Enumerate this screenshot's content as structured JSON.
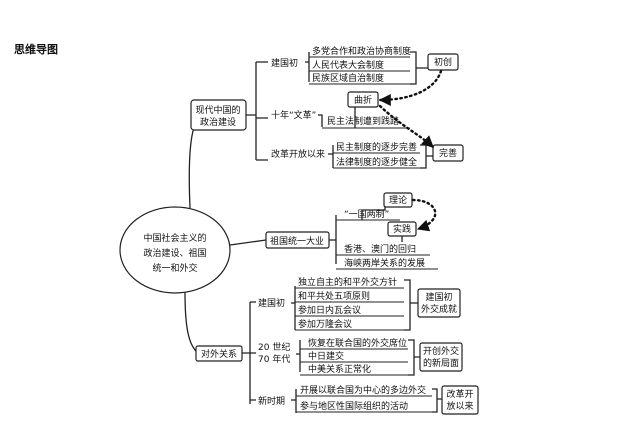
{
  "title": "思维导图",
  "center": {
    "line1": "中国社会主义的",
    "line2": "政治建设、祖国",
    "line3": "统一和外交"
  },
  "branch_politics": {
    "label_line1": "现代中国的",
    "label_line2": "政治建设",
    "sub_early": {
      "label": "建国初",
      "items": [
        "多党合作和政治协商制度",
        "人民代表大会制度",
        "民族区域自治制度"
      ],
      "tag": "初创"
    },
    "sub_culture_revolution": {
      "label": "十年“文革”",
      "items": [
        "民主法制遭到践踏"
      ],
      "tag": "曲折"
    },
    "sub_reform": {
      "label": "改革开放以来",
      "items": [
        "民主制度的逐步完善",
        "法律制度的逐步健全"
      ],
      "tag": "完善"
    }
  },
  "branch_unification": {
    "label": "祖国统一大业",
    "theory_tag": "理论",
    "theory_item": "“一国两制”",
    "practice_tag": "实践",
    "items": [
      "香港、澳门的回归",
      "海峡两岸关系的发展"
    ]
  },
  "branch_diplomacy": {
    "label": "对外关系",
    "sub_early": {
      "label": "建国初",
      "items": [
        "独立自主的和平外交方针",
        "和平共处五项原则",
        "参加日内瓦会议",
        "参加万隆会议"
      ],
      "tag_line1": "建国初",
      "tag_line2": "外交成就"
    },
    "sub_70s": {
      "label_line1": "20 世纪",
      "label_line2": "70 年代",
      "items": [
        "恢复在联合国的外交席位",
        "中日建交",
        "中美关系正常化"
      ],
      "tag_line1": "开创外交",
      "tag_line2": "的新局面"
    },
    "sub_new_era": {
      "label": "新时期",
      "items": [
        "开展以联合国为中心的多边外交",
        "参与地区性国际组织的活动"
      ],
      "tag_line1": "改革开",
      "tag_line2": "放以来"
    }
  }
}
